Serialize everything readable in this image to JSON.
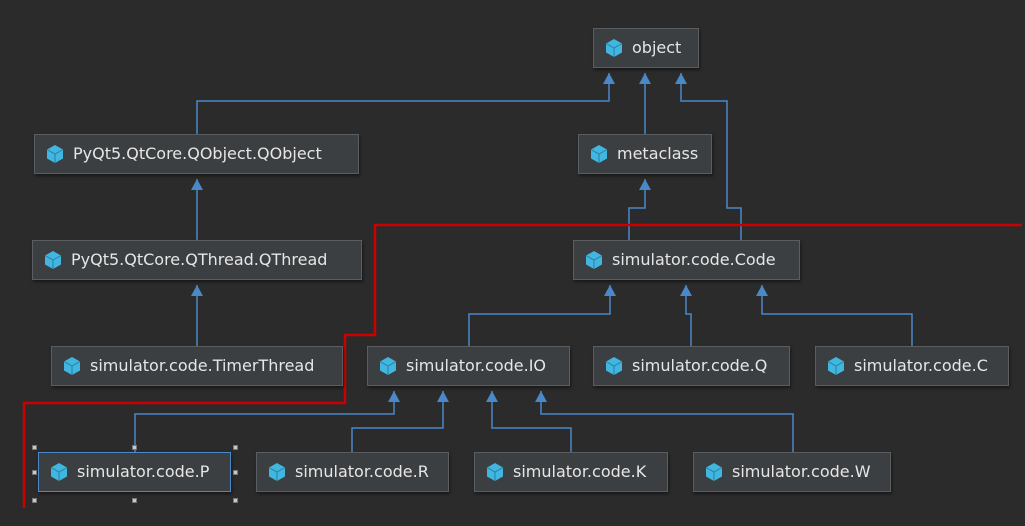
{
  "diagram": {
    "nodes": [
      {
        "id": "object",
        "label": "object",
        "icon": "class-icon"
      },
      {
        "id": "qobject",
        "label": "PyQt5.QtCore.QObject.QObject",
        "icon": "class-icon"
      },
      {
        "id": "metaclass",
        "label": "metaclass",
        "icon": "class-icon"
      },
      {
        "id": "qthread",
        "label": "PyQt5.QtCore.QThread.QThread",
        "icon": "class-icon"
      },
      {
        "id": "code",
        "label": "simulator.code.Code",
        "icon": "class-icon"
      },
      {
        "id": "timerthread",
        "label": "simulator.code.TimerThread",
        "icon": "class-icon"
      },
      {
        "id": "io",
        "label": "simulator.code.IO",
        "icon": "class-icon"
      },
      {
        "id": "q",
        "label": "simulator.code.Q",
        "icon": "class-icon"
      },
      {
        "id": "c",
        "label": "simulator.code.C",
        "icon": "class-icon"
      },
      {
        "id": "p",
        "label": "simulator.code.P",
        "icon": "class-icon",
        "selected": true
      },
      {
        "id": "r",
        "label": "simulator.code.R",
        "icon": "class-icon"
      },
      {
        "id": "k",
        "label": "simulator.code.K",
        "icon": "class-icon"
      },
      {
        "id": "w",
        "label": "simulator.code.W",
        "icon": "class-icon"
      }
    ],
    "inheritance": [
      {
        "child": "qobject",
        "parent": "object"
      },
      {
        "child": "metaclass",
        "parent": "object"
      },
      {
        "child": "code",
        "parent": "object"
      },
      {
        "child": "qthread",
        "parent": "qobject"
      },
      {
        "child": "code",
        "parent": "metaclass"
      },
      {
        "child": "timerthread",
        "parent": "qthread"
      },
      {
        "child": "io",
        "parent": "code"
      },
      {
        "child": "q",
        "parent": "code"
      },
      {
        "child": "c",
        "parent": "code"
      },
      {
        "child": "p",
        "parent": "io"
      },
      {
        "child": "r",
        "parent": "io"
      },
      {
        "child": "k",
        "parent": "io"
      },
      {
        "child": "w",
        "parent": "io"
      }
    ],
    "colors": {
      "background": "#2b2b2b",
      "node_fill": "#3c3f41",
      "node_border": "#5b5e60",
      "edge": "#4a88c7",
      "icon": "#40b6e0",
      "annotation_line": "#cc0000",
      "selection": "#4a88c7"
    }
  }
}
